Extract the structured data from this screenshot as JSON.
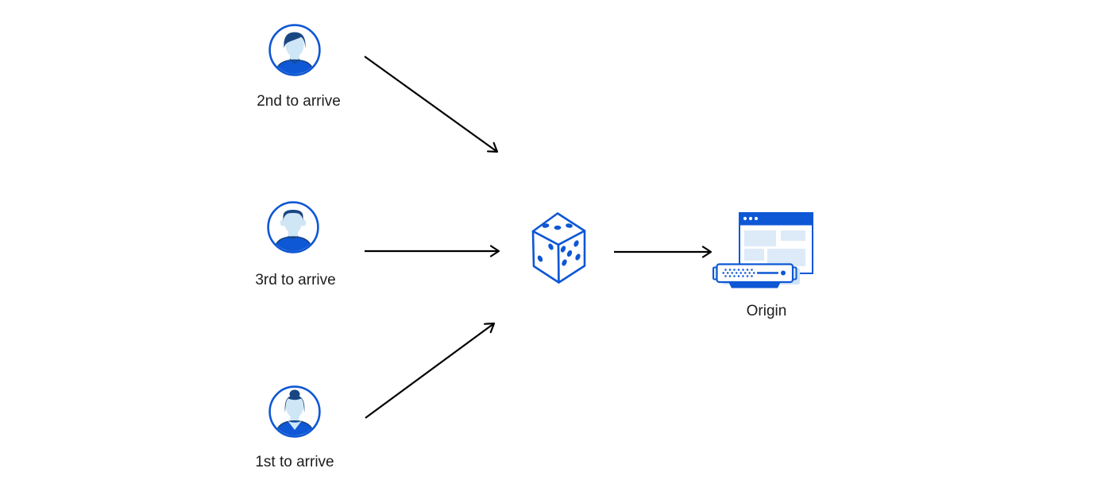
{
  "users": [
    {
      "label": "2nd to arrive",
      "icon": "male-avatar-swept-hair-icon"
    },
    {
      "label": "3rd to arrive",
      "icon": "male-avatar-flat-hair-icon"
    },
    {
      "label": "1st to arrive",
      "icon": "female-avatar-bun-icon"
    }
  ],
  "balancer": {
    "icon": "dice-icon"
  },
  "origin": {
    "label": "Origin",
    "icon": "origin-server-browser-icon"
  },
  "connections": [
    {
      "from": "2nd to arrive",
      "to": "dice"
    },
    {
      "from": "3rd to arrive",
      "to": "dice"
    },
    {
      "from": "1st to arrive",
      "to": "dice"
    },
    {
      "from": "dice",
      "to": "Origin"
    }
  ],
  "colors": {
    "primary_blue": "#0e57d5",
    "dark_navy": "#194683",
    "light_blue_skin": "#cfe6f6",
    "pale_blue_block": "#ddeaf8",
    "pale_blue_shadow": "#cfe4f6",
    "arrow": "#000000",
    "text": "#1d1d1f",
    "background": "#ffffff"
  }
}
